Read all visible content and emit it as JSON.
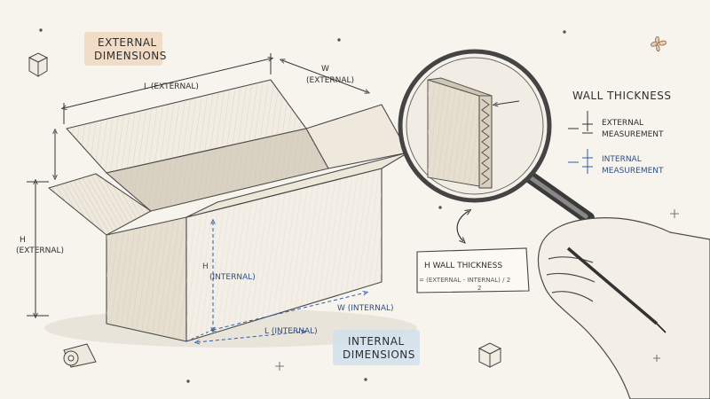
{
  "titles": {
    "external_line1": "EXTERNAL",
    "external_line2": "DIMENSIONS",
    "internal_line1": "INTERNAL",
    "internal_line2": "DIMENSIONS"
  },
  "labels": {
    "length_external": "L (EXTERNAL)",
    "width_letter": "W",
    "width_external": "(EXTERNAL)",
    "height_letter": "H",
    "height_external": "(EXTERNAL)",
    "height_internal_letter": "H",
    "height_internal": "(INTERNAL)",
    "width_internal": "W (INTERNAL)",
    "length_internal": "L (INTERNAL)"
  },
  "wall_panel": {
    "title": "WALL THICKNESS",
    "external_line1": "EXTERNAL",
    "external_line2": "MEASUREMENT",
    "internal_line1": "INTERNAL",
    "internal_line2": "MEASUREMENT"
  },
  "formula": {
    "title": "H WALL THICKNESS",
    "expression": "= (EXTERNAL - INTERNAL) / 2",
    "subscript": "2"
  },
  "colors": {
    "internal_accent": "#2f5da8",
    "external_highlight": "#efd6b9",
    "internal_highlight": "#cfe0ec"
  }
}
